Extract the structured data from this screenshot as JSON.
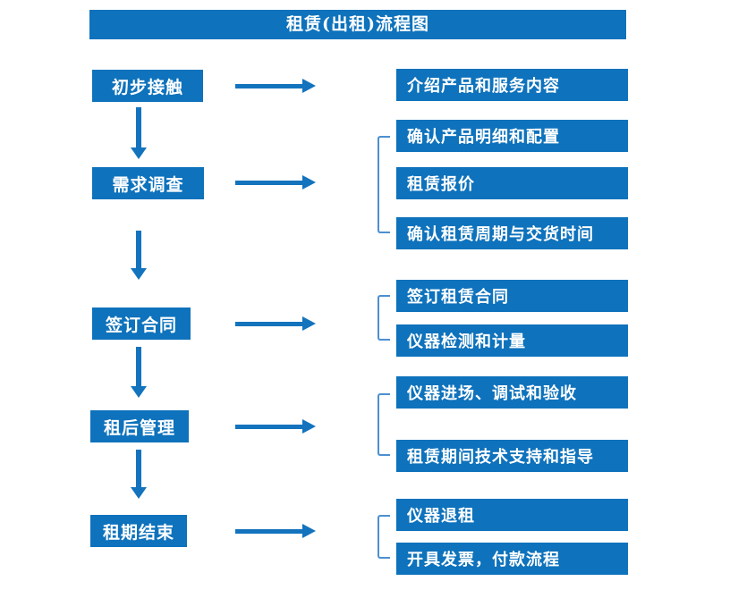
{
  "title": "租赁(出租)流程图",
  "colors": {
    "box_blue": "#0E72BC",
    "arrow_blue": "#1373BD",
    "bracket_blue": "#4C8FD1",
    "text_white": "#FFFFFF",
    "page_bg": "#FFFFFF"
  },
  "flow": [
    {
      "step": "初步接触",
      "details": [
        "介绍产品和服务内容"
      ]
    },
    {
      "step": "需求调查",
      "details": [
        "确认产品明细和配置",
        "租赁报价",
        "确认租赁周期与交货时间"
      ]
    },
    {
      "step": "签订合同",
      "details": [
        "签订租赁合同",
        "仪器检测和计量"
      ]
    },
    {
      "step": "租后管理",
      "details": [
        "仪器进场、调试和验收",
        "租赁期间技术支持和指导"
      ]
    },
    {
      "step": "租期结束",
      "details": [
        "仪器退租",
        "开具发票，付款流程"
      ]
    }
  ]
}
